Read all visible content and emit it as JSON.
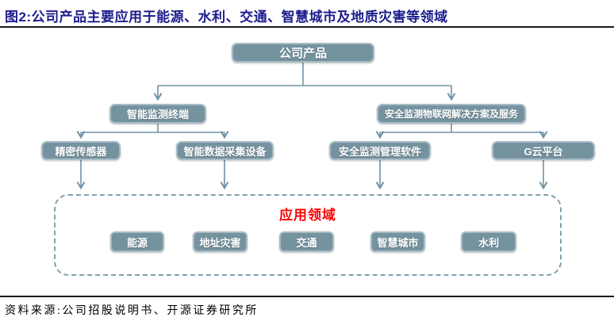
{
  "header": {
    "title": "图2:公司产品主要应用于能源、水利、交通、智慧城市及地质灾害等领域"
  },
  "diagram": {
    "root": {
      "label": "公司产品"
    },
    "level2": [
      {
        "label": "智能监测终端"
      },
      {
        "label": "安全监测物联网解决方案及服务"
      }
    ],
    "level3": [
      {
        "label": "精密传感器"
      },
      {
        "label": "智能数据采集设备"
      },
      {
        "label": "安全监测管理软件"
      },
      {
        "label": "G云平台"
      }
    ],
    "application_area": {
      "title": "应用领域",
      "items": [
        {
          "label": "能源"
        },
        {
          "label": "地址灾害"
        },
        {
          "label": "交通"
        },
        {
          "label": "智慧城市"
        },
        {
          "label": "水利"
        }
      ]
    }
  },
  "footer": {
    "source": "资料来源:公司招股说明书、开源证券研究所"
  },
  "colors": {
    "title_navy": "#1c1c8e",
    "box_fill": "#75929f",
    "box_border": "#a7bcc5",
    "connector": "#7093a6",
    "app_title_red": "#ff0000",
    "rule_dark": "#1b1b1b"
  }
}
